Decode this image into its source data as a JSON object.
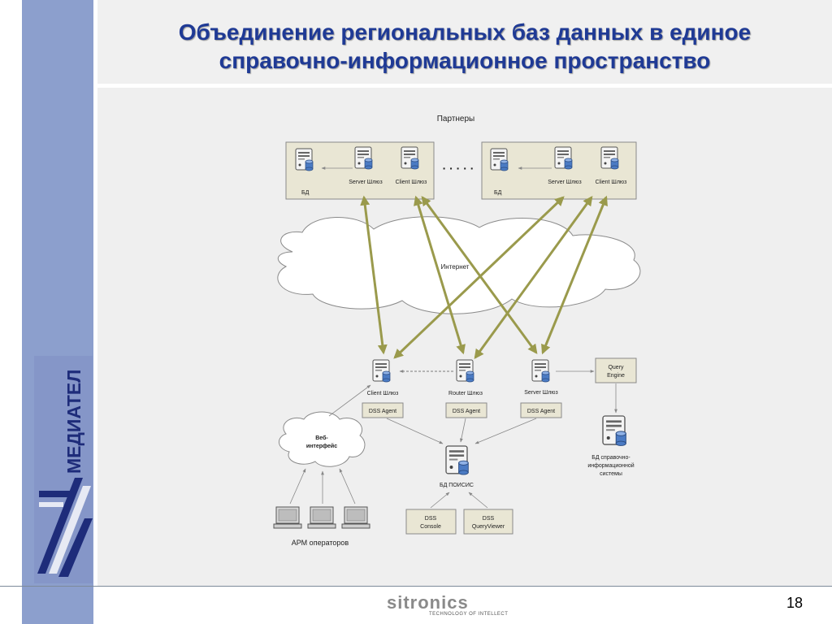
{
  "slide": {
    "title_line1": "Объединение региональных баз данных в единое",
    "title_line2": "справочно-информационное пространство",
    "page_number": "18"
  },
  "logos": {
    "side_brand": "МЕДИАТЕЛ",
    "footer_brand": "sitronics",
    "footer_tagline": "TECHNOLOGY OF INTELLECT"
  },
  "diagram": {
    "partners_label": "Партнеры",
    "internet_label": "Интернет",
    "partner_db": "БД",
    "server_gateway": "Server Шлюз",
    "client_gateway": "Client Шлюз",
    "router_gateway": "Router Шлюз",
    "query_engine_line1": "Query",
    "query_engine_line2": "Engine",
    "dss_agent": "DSS Agent",
    "web_line1": "Веб-",
    "web_line2": "интерфейс",
    "db_poisis": "БД ПОИСИС",
    "ref_db_line1": "БД справочно-",
    "ref_db_line2": "информационной",
    "ref_db_line3": "системы",
    "dss_console_line1": "DSS",
    "dss_console_line2": "Console",
    "dss_viewer_line1": "DSS",
    "dss_viewer_line2": "QueryViewer",
    "operators_label": "АРМ операторов",
    "ellipsis": "· · · · ·"
  },
  "colors": {
    "side_bar": "#8c9fcd",
    "title": "#1f3a95",
    "arrow_olive": "#9a9a4c"
  }
}
